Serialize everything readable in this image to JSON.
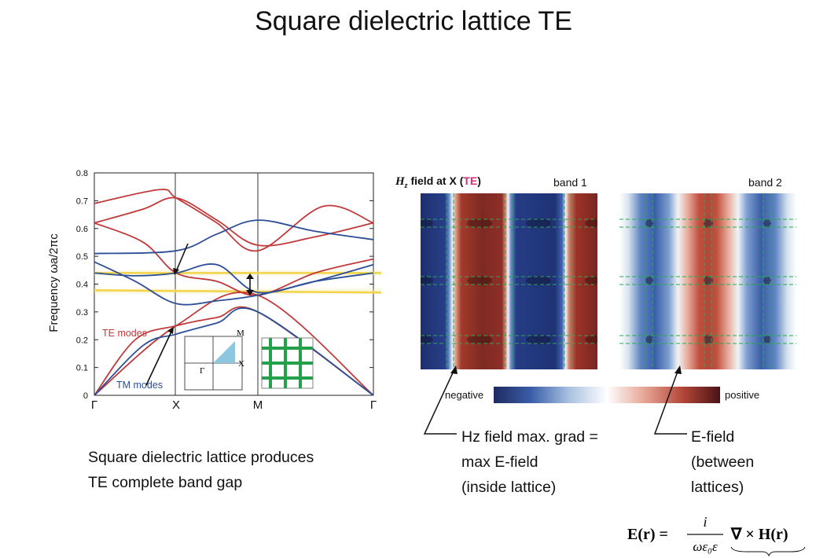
{
  "slide": {
    "title": "Square dielectric lattice TE",
    "caption_lines": [
      "Square dielectric lattice produces",
      "TE complete band gap"
    ]
  },
  "band_plot": {
    "y_axis_label": "Frequency  ωa/2πc",
    "y_ticks": [
      "0",
      "0.1",
      "0.2",
      "0.3",
      "0.4",
      "0.5",
      "0.6",
      "0.7",
      "0.8"
    ],
    "x_ticks": [
      "Γ",
      "X",
      "M",
      "Γ"
    ],
    "te_label": "TE modes",
    "tm_label": "TM modes",
    "brillouin_labels": {
      "gamma": "Γ",
      "x": "X",
      "m": "M"
    },
    "colors": {
      "te": "#c0393b",
      "tm": "#2d4f95",
      "gap_lines": "#f1d44a",
      "inset_fill": "#8ec6e0",
      "lattice": "#22a04a"
    }
  },
  "chart_data": {
    "type": "line",
    "title": "",
    "xlabel": "",
    "ylabel": "Frequency ωa/2πc",
    "ylim": [
      0,
      0.8
    ],
    "x_points": [
      "Γ",
      "X",
      "M",
      "Γ"
    ],
    "x_positions": [
      0,
      1,
      2,
      3.414
    ],
    "series": [
      {
        "name": "TE modes",
        "bands": [
          [
            [
              0,
              0
            ],
            [
              1,
              0.25
            ],
            [
              2,
              0.36
            ],
            [
              3.414,
              0
            ]
          ],
          [
            [
              0,
              0
            ],
            [
              0.5,
              0.2
            ],
            [
              1,
              0.25
            ],
            [
              1.5,
              0.28
            ],
            [
              2,
              0.3
            ],
            [
              3.414,
              0
            ]
          ],
          [
            [
              0,
              0.62
            ],
            [
              0.6,
              0.55
            ],
            [
              1,
              0.44
            ],
            [
              1.5,
              0.41
            ],
            [
              2,
              0.36
            ],
            [
              2.7,
              0.44
            ],
            [
              3.414,
              0.49
            ]
          ],
          [
            [
              0,
              0.62
            ],
            [
              0.6,
              0.67
            ],
            [
              1,
              0.71
            ],
            [
              1.5,
              0.63
            ],
            [
              2,
              0.54
            ],
            [
              2.7,
              0.57
            ],
            [
              3.414,
              0.62
            ]
          ],
          [
            [
              0,
              0.69
            ],
            [
              0.8,
              0.74
            ],
            [
              1,
              0.71
            ],
            [
              1.5,
              0.62
            ],
            [
              2,
              0.52
            ],
            [
              2.8,
              0.68
            ],
            [
              3.414,
              0.62
            ]
          ]
        ]
      },
      {
        "name": "TM modes",
        "bands": [
          [
            [
              0,
              0
            ],
            [
              0.6,
              0.18
            ],
            [
              1,
              0.22
            ],
            [
              1.5,
              0.26
            ],
            [
              2,
              0.3
            ],
            [
              3.414,
              0
            ]
          ],
          [
            [
              0,
              0.48
            ],
            [
              0.5,
              0.41
            ],
            [
              1,
              0.33
            ],
            [
              1.5,
              0.34
            ],
            [
              2,
              0.36
            ],
            [
              2.7,
              0.41
            ],
            [
              3.414,
              0.47
            ]
          ],
          [
            [
              0,
              0.51
            ],
            [
              1,
              0.52
            ],
            [
              1.5,
              0.58
            ],
            [
              2,
              0.63
            ],
            [
              2.7,
              0.59
            ],
            [
              3.414,
              0.56
            ]
          ],
          [
            [
              0,
              0.44
            ],
            [
              0.5,
              0.43
            ],
            [
              1,
              0.44
            ],
            [
              1.5,
              0.47
            ],
            [
              2,
              0.37
            ],
            [
              2.7,
              0.41
            ],
            [
              3.414,
              0.44
            ]
          ]
        ]
      }
    ],
    "gap": [
      0.375,
      0.44
    ]
  },
  "field_maps": {
    "title_field": "H",
    "title_sub": "z",
    "title_rest": " field at X  (",
    "title_te": "TE",
    "title_close": ")",
    "band1_label": "band  1",
    "band2_label": "band  2",
    "colorbar_negative": "negative",
    "colorbar_positive": "positive"
  },
  "notes": {
    "grad_lines": [
      "Hz field max. grad =",
      "max E-field",
      "(inside lattice)"
    ],
    "efield_lines": [
      "E-field",
      "(between",
      "lattices)"
    ]
  },
  "formula": {
    "lhs": "E(r) =",
    "numerator": "i",
    "denominator": "ωε₀ε",
    "rhs": "∇ × H(r)"
  }
}
